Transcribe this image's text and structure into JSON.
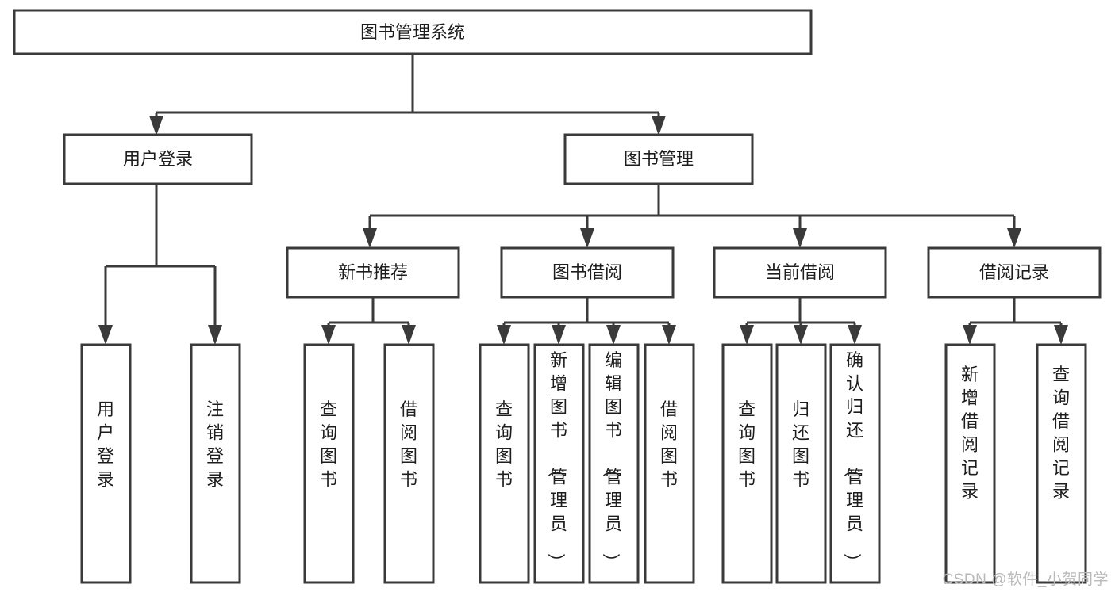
{
  "diagram": {
    "title": "图书管理系统",
    "type": "tree",
    "orientation": "top-down",
    "colors": {
      "box_stroke": "#3a3a3a",
      "box_fill": "#ffffff",
      "connector": "#3a3a3a",
      "text": "#1d1d1d",
      "background": "#ffffff",
      "watermark": "#b9b9b9"
    },
    "nodes": {
      "root": {
        "label": "图书管理系统",
        "level": 1
      },
      "l2": [
        {
          "id": "user-login",
          "label": "用户登录"
        },
        {
          "id": "book-manage",
          "label": "图书管理"
        }
      ],
      "l3": [
        {
          "id": "new-book-recommend",
          "label": "新书推荐"
        },
        {
          "id": "book-borrow",
          "label": "图书借阅"
        },
        {
          "id": "current-borrow",
          "label": "当前借阅"
        },
        {
          "id": "borrow-record",
          "label": "借阅记录"
        }
      ],
      "leaves": {
        "user_login": [
          {
            "id": "leaf-user-login",
            "label": "用户登录"
          },
          {
            "id": "leaf-logout-login",
            "label": "注销登录"
          }
        ],
        "new_book_recommend": [
          {
            "id": "leaf-query-book-1",
            "label": "查询图书"
          },
          {
            "id": "leaf-borrow-book-1",
            "label": "借阅图书"
          }
        ],
        "book_borrow": [
          {
            "id": "leaf-query-book-2",
            "label": "查询图书"
          },
          {
            "id": "leaf-add-book-admin",
            "label": "新增图书（管理员）"
          },
          {
            "id": "leaf-edit-book-admin",
            "label": "编辑图书（管理员）"
          },
          {
            "id": "leaf-borrow-book-2",
            "label": "借阅图书"
          }
        ],
        "current_borrow": [
          {
            "id": "leaf-query-book-3",
            "label": "查询图书"
          },
          {
            "id": "leaf-return-book",
            "label": "归还图书"
          },
          {
            "id": "leaf-confirm-return-admin",
            "label": "确认归还（管理员）"
          }
        ],
        "borrow_record": [
          {
            "id": "leaf-add-borrow-record",
            "label": "新增借阅记录"
          },
          {
            "id": "leaf-query-borrow-record",
            "label": "查询借阅记录"
          }
        ]
      }
    },
    "watermark": "CSDN @软件_小贺同学"
  }
}
